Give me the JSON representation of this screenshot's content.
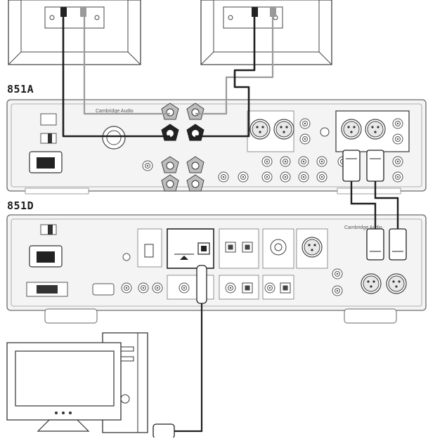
{
  "labels": {
    "amp_model": "851A",
    "dac_model": "851D"
  },
  "brand": {
    "amp_brand": "Cambridge Audio",
    "dac_brand": "Cambridge Audio"
  },
  "colors": {
    "line": "#2b2b2b",
    "panel_fill": "#f4f4f4",
    "panel_stroke": "#6a6a6a",
    "cable_dark": "#1e1e1e",
    "cable_light": "#9a9a9a"
  },
  "icons": {
    "power_socket": "iec-power-inlet-icon",
    "power_button": "power-button-icon",
    "usb": "usb-icon",
    "speaker": "speaker-terminal-icon",
    "xlr": "xlr-connector-icon",
    "rca": "rca-jack-icon",
    "optical": "optical-port-icon"
  }
}
